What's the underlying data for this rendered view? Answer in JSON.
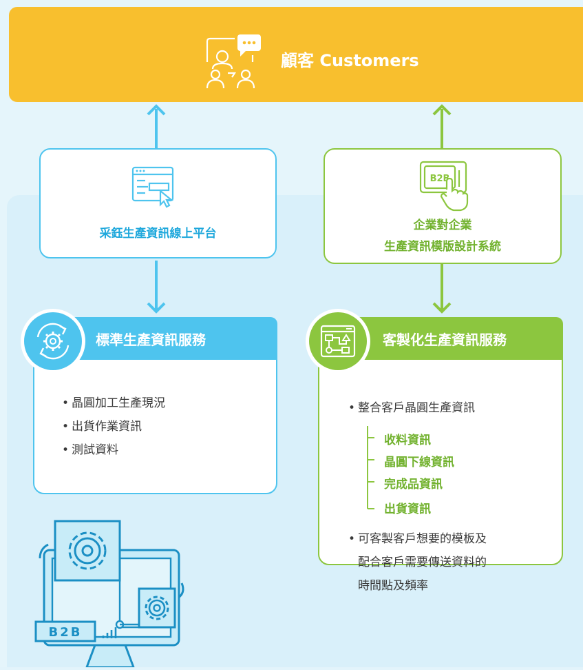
{
  "header": {
    "title": "顧客 Customers",
    "icon": "customers-chat-icon"
  },
  "left_card": {
    "title": "采鈺生產資訊線上平台",
    "icon": "web-platform-cursor-icon"
  },
  "right_card": {
    "title_line1": "企業對企業",
    "title_line2": "生產資訊模版設計系統",
    "icon": "b2b-touch-icon",
    "icon_text": "B2B"
  },
  "left_service": {
    "title": "標準生產資訊服務",
    "icon": "gear-refresh-icon",
    "items": [
      "晶圓加工生產現況",
      "出貨作業資訊",
      "測試資料"
    ]
  },
  "right_service": {
    "title": "客製化生產資訊服務",
    "icon": "flowchart-window-icon",
    "item1": "整合客戶晶圓生產資訊",
    "sub_items": [
      "收料資訊",
      "晶圓下線資訊",
      "完成品資訊",
      "出貨資訊"
    ],
    "item2_lines": [
      "可客製客戶想要的模板及",
      "配合客戶需要傳送資料的",
      "時間點及頻率"
    ]
  },
  "illustration": {
    "label": "B2B",
    "icon": "b2b-computer-gears-icon"
  },
  "colors": {
    "header": "#f8bf2e",
    "blue": "#4ec4ee",
    "blue_text": "#1fa8dc",
    "green": "#8cc63f",
    "green_text": "#72b22f",
    "background": "#e5f5fb"
  }
}
